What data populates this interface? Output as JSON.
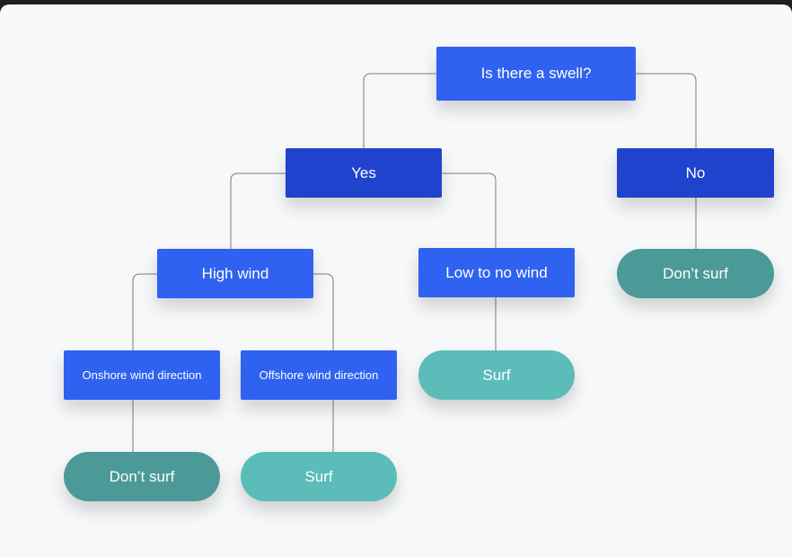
{
  "diagram": {
    "root": {
      "label": "Is there a swell?"
    },
    "yes": {
      "label": "Yes"
    },
    "no": {
      "label": "No"
    },
    "high_wind": {
      "label": "High wind"
    },
    "low_wind": {
      "label": "Low to no wind"
    },
    "no_outcome": {
      "label": "Don’t surf"
    },
    "onshore": {
      "label": "Onshore wind direction"
    },
    "offshore": {
      "label": "Offshore wind direction"
    },
    "low_wind_outcome": {
      "label": "Surf"
    },
    "onshore_outcome": {
      "label": "Don’t surf"
    },
    "offshore_outcome": {
      "label": "Surf"
    },
    "colors": {
      "question": "#2f62f0",
      "answer": "#1f43cc",
      "dont_surf": "#4b9a98",
      "surf": "#5bbcb9",
      "connector": "#7c7c7c",
      "background": "#f7f8f9"
    }
  }
}
